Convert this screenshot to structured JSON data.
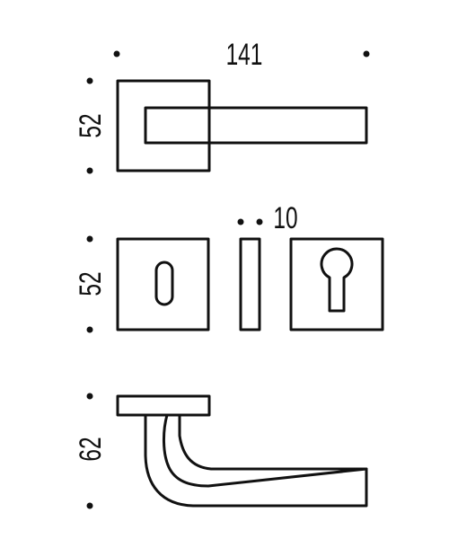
{
  "dimensions": {
    "total_width": "141",
    "rose_height": "52",
    "escutcheon_height": "52",
    "rose_thickness": "10",
    "handle_height": "62"
  },
  "colors": {
    "ink": "#111111",
    "background": "#ffffff"
  }
}
